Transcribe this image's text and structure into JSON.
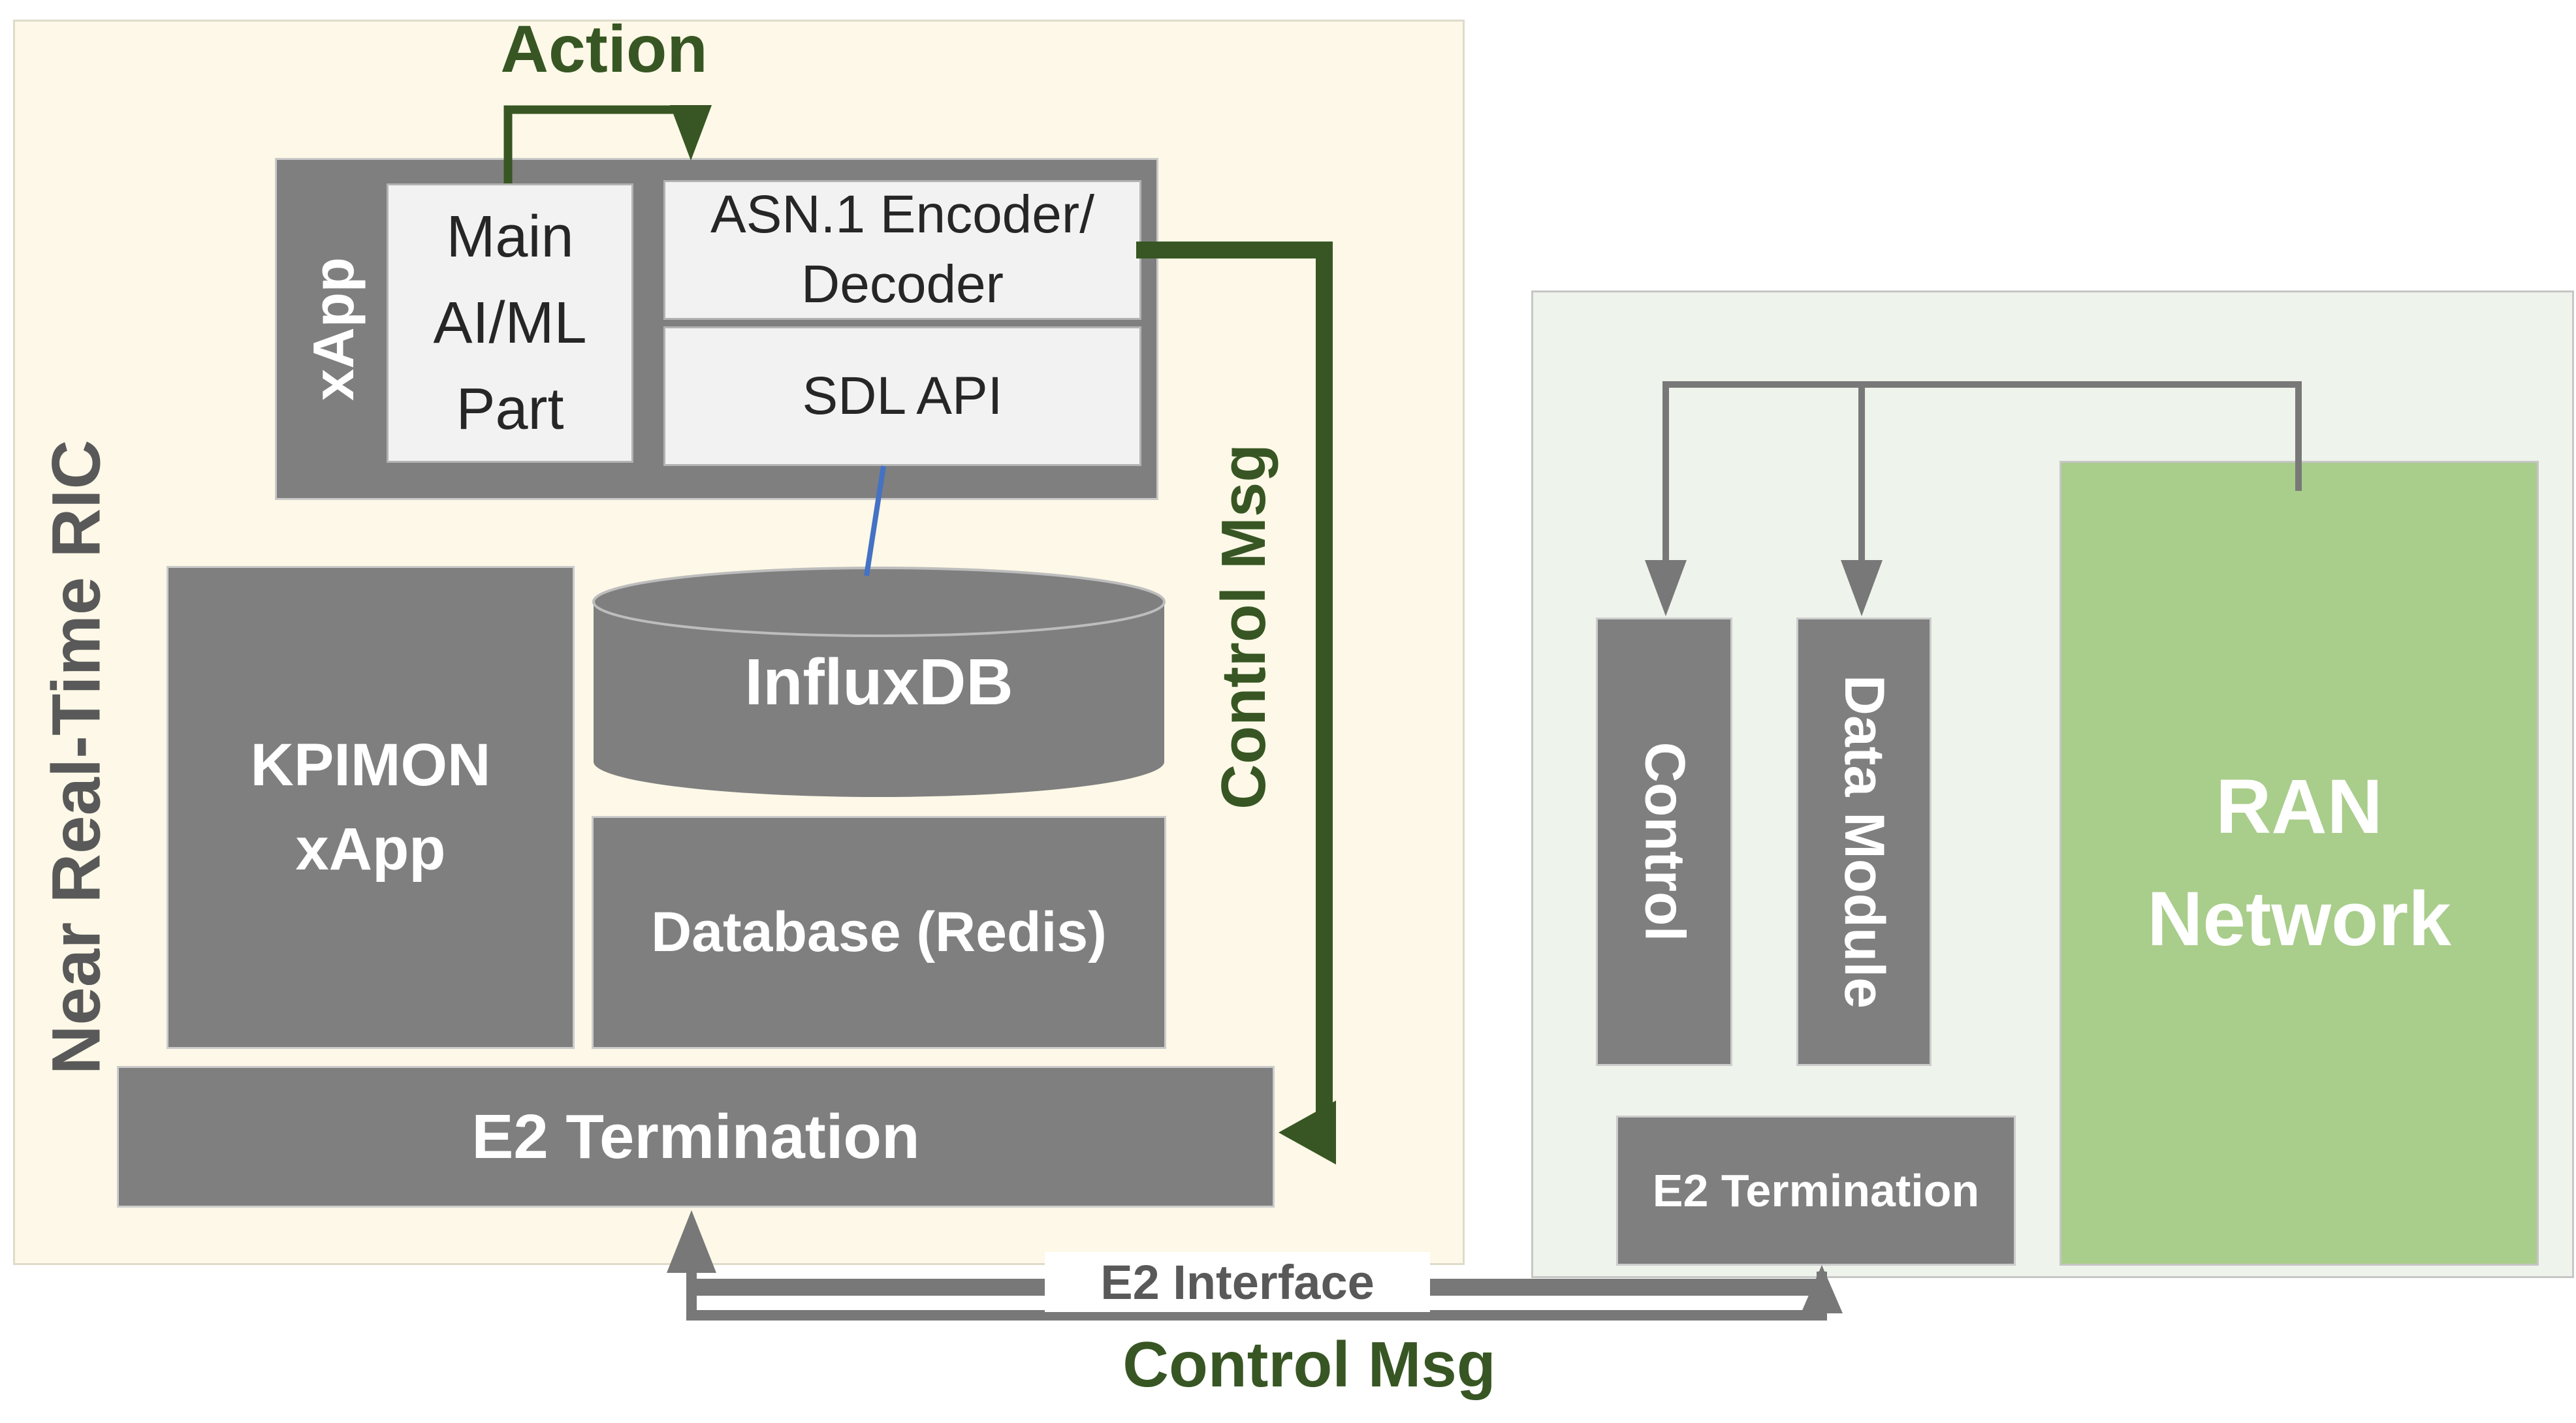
{
  "colors": {
    "cream_panel": "#fdf8e7",
    "ran_panel": "#eef4eb",
    "gray_box": "#7f7f7f",
    "light_box": "#f2f2f2",
    "green_box": "#a9cd8b",
    "dark_green": "#375623",
    "gray_text": "#595959",
    "connector_gray": "#787878",
    "blue_line": "#4472c4"
  },
  "left_panel": {
    "label": "Near Real-Time RIC",
    "action_label": "Action",
    "control_msg_label": "Control Msg",
    "xapp": {
      "label": "xApp",
      "main_lines": [
        "Main",
        "AI/ML",
        "Part"
      ],
      "asn1_lines": [
        "ASN.1 Encoder/",
        "Decoder"
      ],
      "sdl_label": "SDL API"
    },
    "kpimon_lines": [
      "KPIMON",
      "xApp"
    ],
    "influxdb_label": "InfluxDB",
    "database_label": "Database (Redis)",
    "e2_termination_label": "E2 Termination"
  },
  "right_panel": {
    "control_label": "Control",
    "data_module_label": "Data Module",
    "ran_lines": [
      "RAN",
      "Network"
    ],
    "e2_termination_label": "E2 Termination"
  },
  "bottom": {
    "e2_interface_label": "E2 Interface",
    "control_msg_label": "Control Msg"
  }
}
